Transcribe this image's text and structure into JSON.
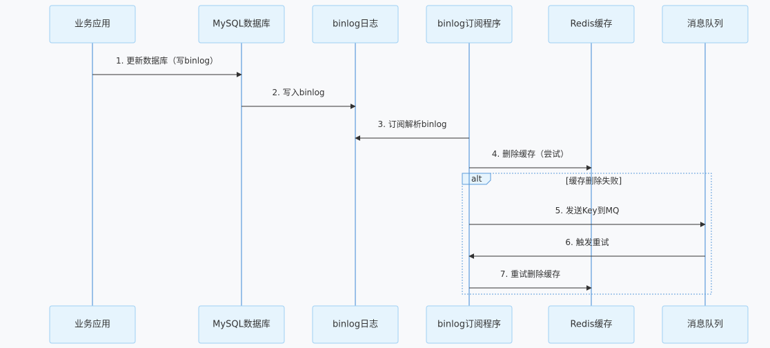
{
  "actors": [
    {
      "id": "app",
      "label": "业务应用"
    },
    {
      "id": "mysql",
      "label": "MySQL数据库"
    },
    {
      "id": "binlog",
      "label": "binlog日志"
    },
    {
      "id": "sub",
      "label": "binlog订阅程序"
    },
    {
      "id": "redis",
      "label": "Redis缓存"
    },
    {
      "id": "mq",
      "label": "消息队列"
    }
  ],
  "messages": [
    {
      "from": "app",
      "to": "mysql",
      "label": "1. 更新数据库（写binlog）"
    },
    {
      "from": "mysql",
      "to": "binlog",
      "label": "2. 写入binlog"
    },
    {
      "from": "sub",
      "to": "binlog",
      "label": "3. 订阅解析binlog"
    },
    {
      "from": "sub",
      "to": "redis",
      "label": "4. 删除缓存（尝试）"
    },
    {
      "from": "sub",
      "to": "mq",
      "label": "5. 发送Key到MQ"
    },
    {
      "from": "mq",
      "to": "sub",
      "label": "6. 触发重试"
    },
    {
      "from": "sub",
      "to": "redis",
      "label": "7. 重试删除缓存"
    }
  ],
  "alt": {
    "keyword": "alt",
    "condition": "[缓存删除失败]",
    "first_message": 4,
    "last_message": 6
  }
}
